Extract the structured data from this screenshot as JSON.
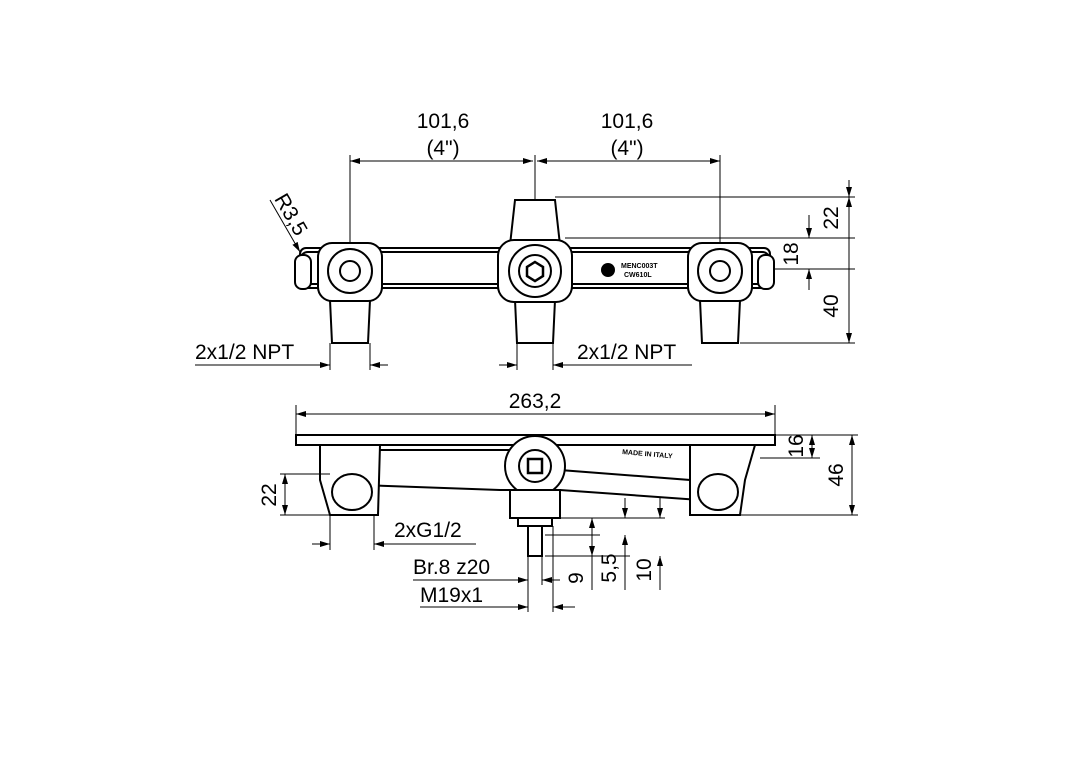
{
  "top_view": {
    "spacing_left": "101,6",
    "spacing_left_inch": "(4\")",
    "spacing_right": "101,6",
    "spacing_right_inch": "(4\")",
    "radius": "R3,5",
    "dim_top_22": "22",
    "dim_18": "18",
    "dim_40": "40",
    "thread_left": "2x1/2 NPT",
    "thread_right": "2x1/2 NPT",
    "marking_line1": "MENC003T",
    "marking_line2": "CW610L"
  },
  "side_view": {
    "overall_length": "263,2",
    "dim_16": "16",
    "dim_46": "46",
    "dim_left_22": "22",
    "thread_outlets": "2xG1/2",
    "spline": "Br.8 z20",
    "stem_thread": "M19x1",
    "dim_9": "9",
    "dim_5_5": "5,5",
    "dim_10": "10",
    "marking": "MADE IN ITALY"
  }
}
